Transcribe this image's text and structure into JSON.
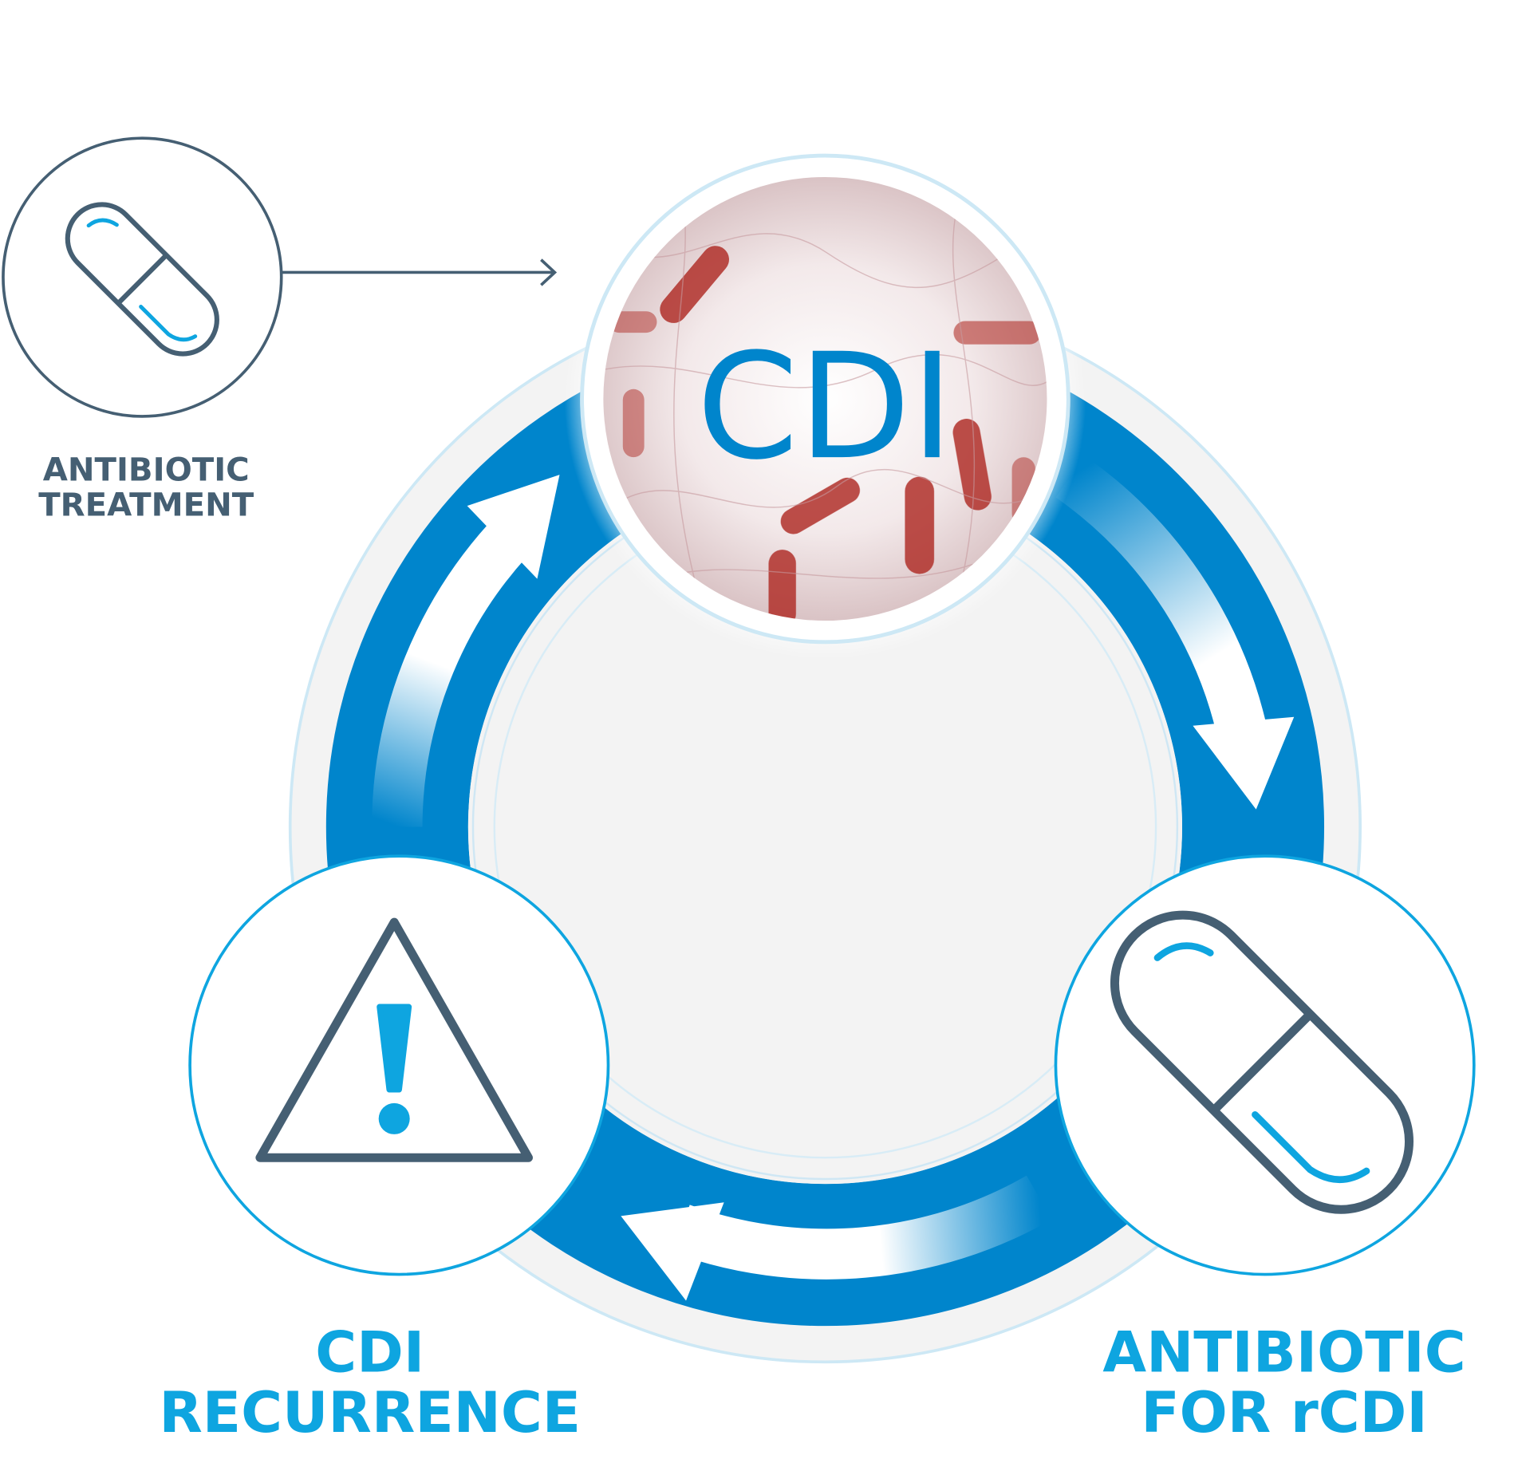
{
  "center": {
    "label": "CDI"
  },
  "start": {
    "label_line1": "ANTIBIOTIC",
    "label_line2": "TREATMENT",
    "icon": "capsule-icon"
  },
  "nodes": [
    {
      "label_line1": "CDI",
      "label_line2": "RECURRENCE",
      "icon": "warning-triangle-icon"
    },
    {
      "label_line1": "ANTIBIOTIC",
      "label_line2": "FOR rCDI",
      "icon": "capsule-icon"
    }
  ],
  "colors": {
    "ring": "#0085cc",
    "accent": "#0ea5e0",
    "icon_dark": "#455f73",
    "bacteria": "#b0302a"
  }
}
